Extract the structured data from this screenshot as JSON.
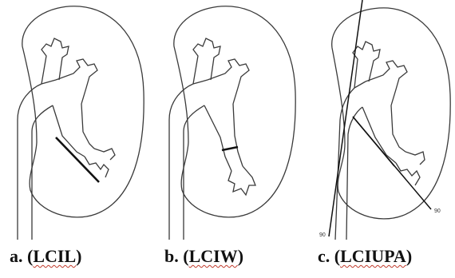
{
  "panels": [
    {
      "letter": "a.",
      "abbr": "LCIL"
    },
    {
      "letter": "b.",
      "abbr": "LCIW"
    },
    {
      "letter": "c.",
      "abbr": "LCIUPA",
      "corner_label_left": "90",
      "corner_label_right": "90"
    }
  ],
  "colors": {
    "outline": "#3a3a3a",
    "measure": "#111111",
    "caption": "#111111"
  }
}
